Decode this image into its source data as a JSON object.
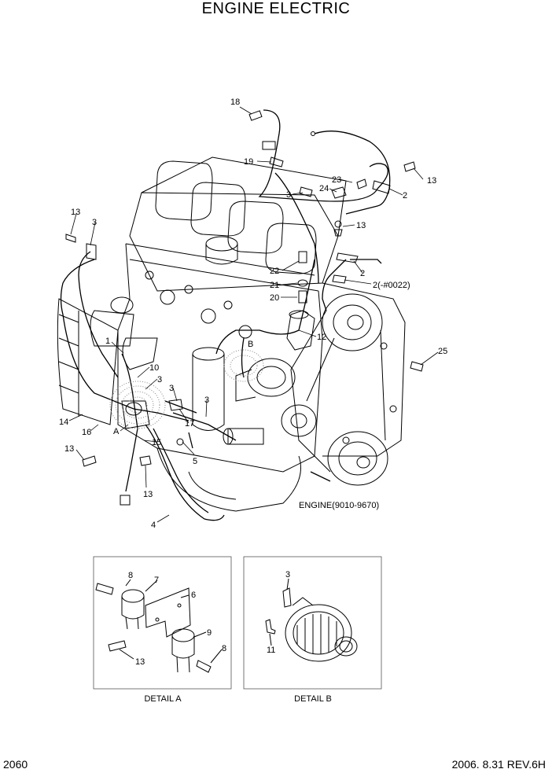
{
  "title": "ENGINE ELECTRIC",
  "engine_label": "ENGINE(9010-9670)",
  "callouts": {
    "c18": "18",
    "c19": "19",
    "c23": "23",
    "c24": "24",
    "c13a": "13",
    "c2a": "2",
    "c3a": "3",
    "c13b": "13",
    "c13c": "13",
    "c3b": "3",
    "c22": "22",
    "c2b": "2",
    "c21": "21",
    "c2c": "2(-#0022)",
    "c20": "20",
    "c12": "12",
    "c25": "25",
    "c1": "1",
    "c10": "10",
    "c3c": "3",
    "c3d": "3",
    "c17": "17",
    "c3e": "3",
    "c14": "14",
    "c16": "16",
    "cA": "A",
    "c15": "15",
    "c13d": "13",
    "c5": "5",
    "c13e": "13",
    "c4": "4",
    "cB": "B"
  },
  "detail_a": {
    "caption": "DETAIL A",
    "callouts": {
      "c8a": "8",
      "c7": "7",
      "c6": "6",
      "c9": "9",
      "c8b": "8",
      "c13": "13"
    }
  },
  "detail_b": {
    "caption": "DETAIL B",
    "callouts": {
      "c3": "3",
      "c11": "11"
    }
  },
  "footer": {
    "page": "2060",
    "date_rev": "2006. 8.31  REV.6H"
  }
}
